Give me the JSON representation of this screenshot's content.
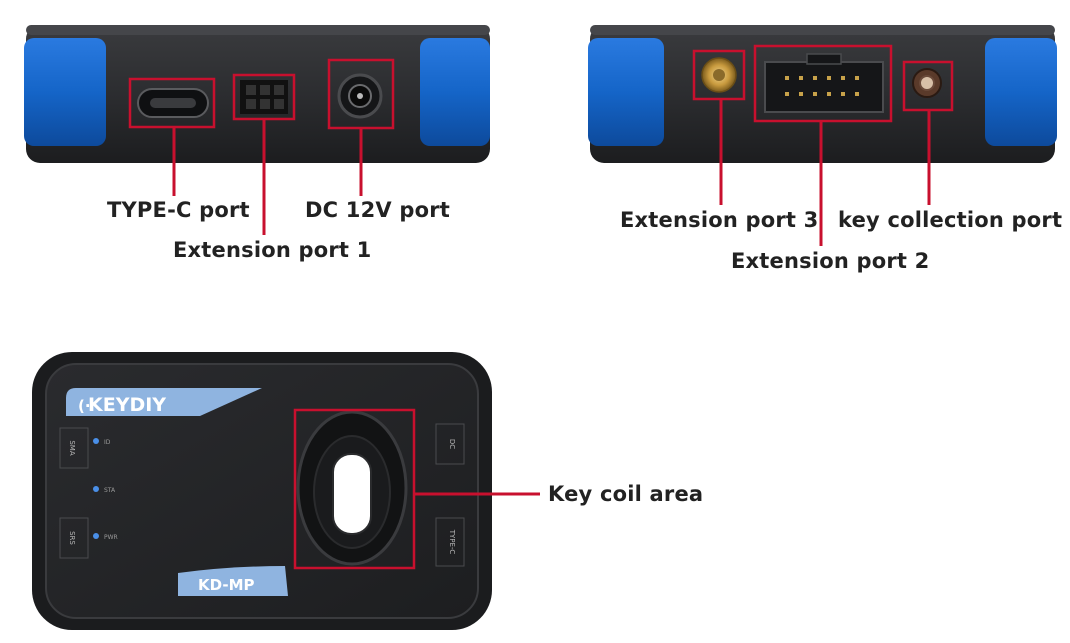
{
  "colors": {
    "callout": "#c8102e",
    "device_body": "#2f3033",
    "device_dark": "#1f2022",
    "bumper_blue": "#1565c8",
    "logo_blue": "#8fb4e0",
    "led_blue": "#4a8fe8"
  },
  "callouts": {
    "type_c_port": "TYPE-C port",
    "extension_port_1": "Extension port 1",
    "dc_12v_port": "DC 12V port",
    "extension_port_3": "Extension port 3",
    "key_collection_port": "key collection port",
    "extension_port_2": "Extension port 2",
    "key_coil_area": "Key coil area"
  },
  "device_top": {
    "brand": "KEYDIY",
    "model": "KD-MP",
    "side_labels": {
      "left_top": "SMA",
      "left_bottom": "SRS",
      "right_top": "DC",
      "right_bottom": "TYPE-C"
    },
    "led_labels": [
      "ID",
      "STA",
      "PWR"
    ]
  }
}
